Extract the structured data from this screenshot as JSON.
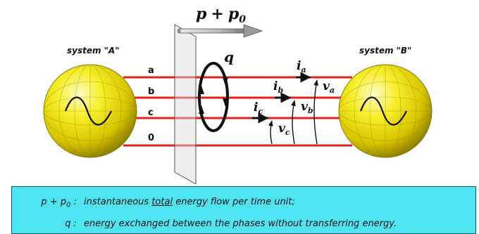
{
  "systems": {
    "a": "system \"A\"",
    "b": "system \"B\""
  },
  "wires": [
    "a",
    "b",
    "c",
    "0"
  ],
  "power": {
    "p": "p",
    "plus": "+",
    "p0_base": "p",
    "p0_sub": "0"
  },
  "q_label": "q",
  "currents": [
    {
      "base": "i",
      "sub": "a"
    },
    {
      "base": "i",
      "sub": "b"
    },
    {
      "base": "i",
      "sub": "c"
    }
  ],
  "voltages": [
    {
      "base": "v",
      "sub": "a"
    },
    {
      "base": "v",
      "sub": "b"
    },
    {
      "base": "v",
      "sub": "c"
    }
  ],
  "legend": {
    "row1_sym": "p + p",
    "row1_sym_sub": "0",
    "row1_colon": ":",
    "row1_pre": "instantaneous ",
    "row1_underlined": "total",
    "row1_post": " energy flow per time unit;",
    "row2_sym": "q",
    "row2_colon": ":",
    "row2_text": "energy exchanged between the phases without transferring energy."
  },
  "colors": {
    "wire": "#e2231a",
    "sphere": "#f2e400",
    "legend_bg": "#4fe4f2",
    "legend_border": "#0b5a70"
  }
}
